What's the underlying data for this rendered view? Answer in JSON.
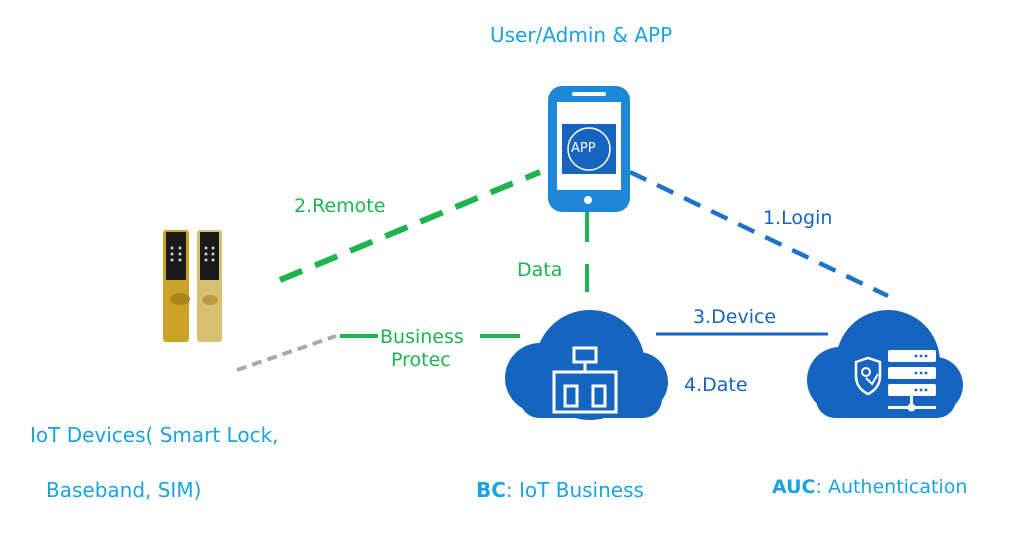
{
  "colors": {
    "label_blue": "#1aa3e0",
    "green": "#1db34e",
    "dark_blue": "#1565c0",
    "cloud_blue": "#1565c0",
    "phone_blue": "#1e88d8",
    "gray": "#aaaaaa",
    "gold": "#c9a227"
  },
  "nodes": {
    "user": {
      "title": "User/Admin & APP",
      "app_badge": "APP",
      "icon": "smartphone-icon"
    },
    "iot": {
      "title_line1": "IoT Devices( Smart Lock,",
      "title_line2": "Baseband, SIM)",
      "icon": "smart-lock-icon"
    },
    "bc": {
      "abbr": "BC",
      "rest": ": IoT Business",
      "icon": "network-hierarchy-icon"
    },
    "auc": {
      "abbr": "AUC",
      "rest": ": Authentication",
      "icon": "shield-server-icon"
    }
  },
  "edges": {
    "login": "1.Login",
    "remote": "2.Remote",
    "device": "3.Device",
    "date": "4.Date",
    "data": "Data",
    "business_line1": "Business",
    "business_line2": "Protec"
  }
}
